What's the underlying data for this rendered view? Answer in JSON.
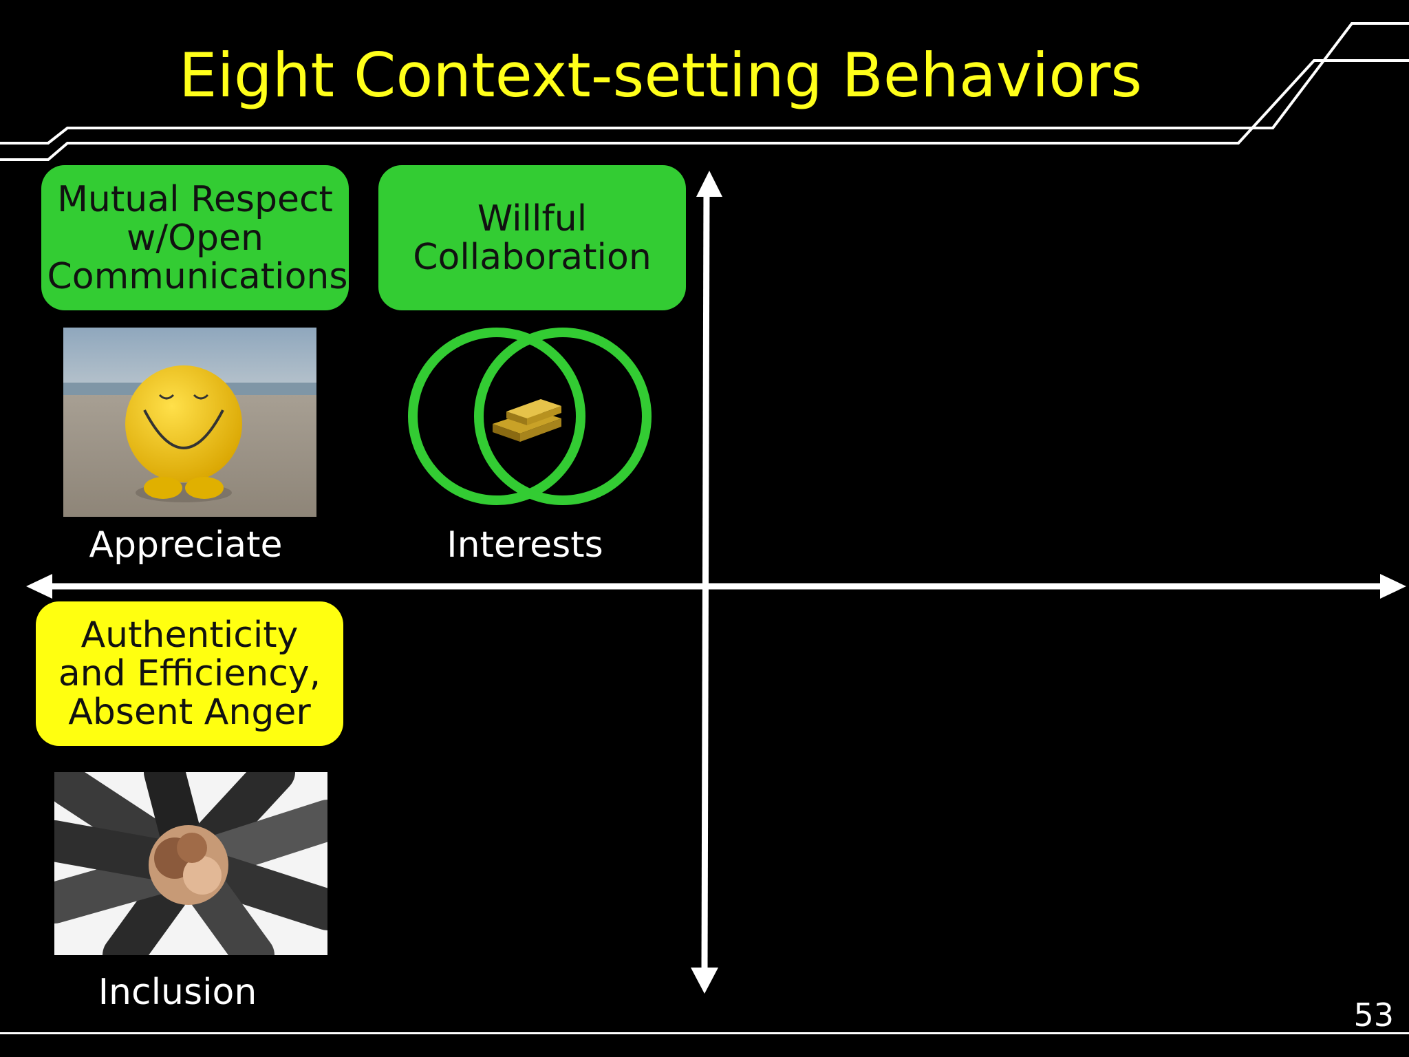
{
  "title": "Eight Context-setting Behaviors",
  "boxes": {
    "mutual_respect": "Mutual Respect w/Open Communications",
    "willful_collaboration": "Willful Collaboration",
    "authenticity": "Authenticity and Efficiency, Absent Anger"
  },
  "labels": {
    "appreciate": "Appreciate",
    "interests": "Interests",
    "inclusion": "Inclusion"
  },
  "page_number": "53",
  "colors": {
    "background": "#000000",
    "title": "#ffff1a",
    "green_box": "#33cc33",
    "yellow_box": "#ffff10",
    "lines": "#ffffff"
  },
  "icons": {
    "smiley_photo": "smiley-beach-photo",
    "venn": "venn-gold-bars-icon",
    "hands_photo": "stacked-hands-photo"
  }
}
